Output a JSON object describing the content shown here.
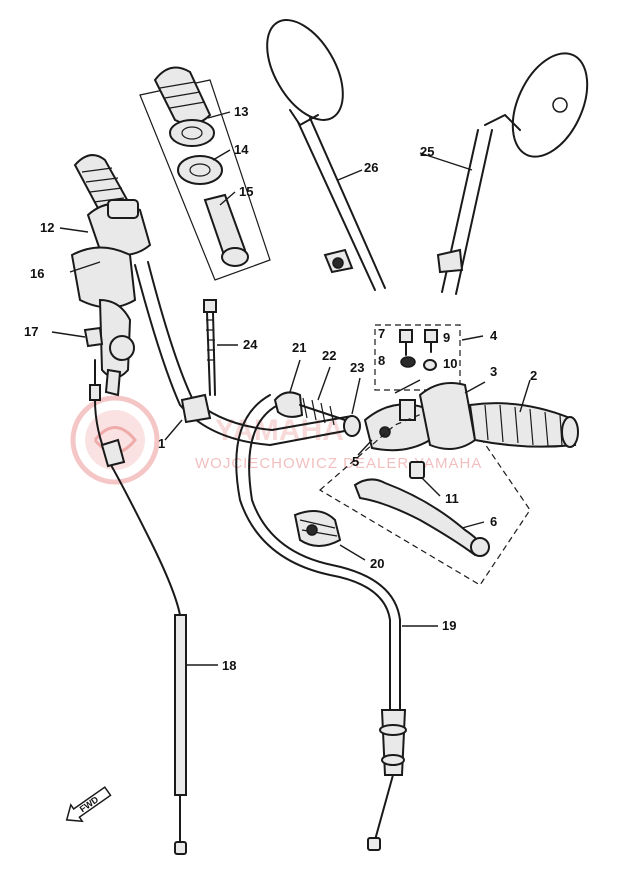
{
  "diagram": {
    "callouts": [
      "1",
      "2",
      "3",
      "4",
      "5",
      "6",
      "7",
      "8",
      "9",
      "10",
      "11",
      "12",
      "13",
      "14",
      "15",
      "16",
      "17",
      "18",
      "19",
      "20",
      "21",
      "22",
      "23",
      "24",
      "25",
      "26"
    ],
    "fwd_label": "FWD",
    "watermark_main": "YAMAHA",
    "watermark_sub": "WOJCIECHOWICZ DEALER YAMAHA"
  }
}
